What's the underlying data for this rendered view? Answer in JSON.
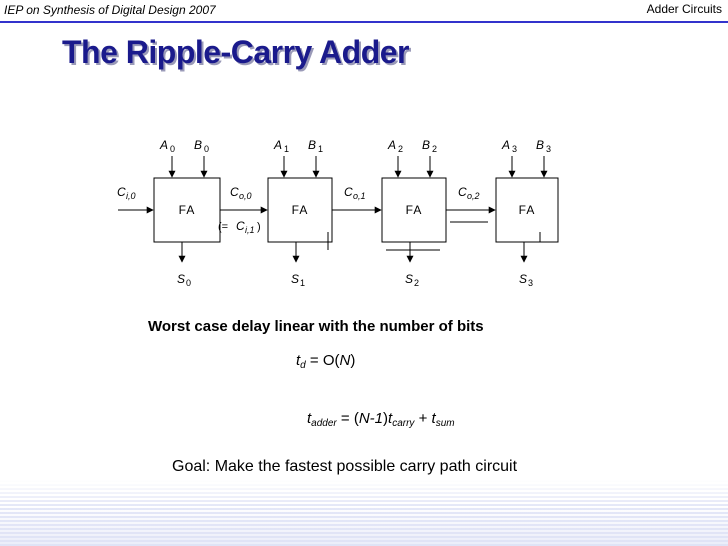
{
  "header": {
    "left": "IEP on Synthesis of Digital Design 2007",
    "right": "Adder Circuits"
  },
  "title": "The Ripple-Carry Adder",
  "diagram": {
    "block_label": "FA",
    "inputs_a": [
      "A",
      "A",
      "A",
      "A"
    ],
    "inputs_a_sub": [
      "0",
      "1",
      "2",
      "3"
    ],
    "inputs_b": [
      "B",
      "B",
      "B",
      "B"
    ],
    "inputs_b_sub": [
      "0",
      "1",
      "2",
      "3"
    ],
    "sums": [
      "S",
      "S",
      "S",
      "S"
    ],
    "sums_sub": [
      "0",
      "1",
      "2",
      "3"
    ],
    "carry_in": {
      "main": "C",
      "sub": "i,0"
    },
    "carry_outs": [
      {
        "main": "C",
        "sub": "o,0"
      },
      {
        "main": "C",
        "sub": "o,1"
      },
      {
        "main": "C",
        "sub": "o,2"
      }
    ],
    "equiv_note": {
      "prefix": "(= ",
      "main": "C",
      "sub": "i,1",
      "suffix": ")"
    }
  },
  "bullet": "Worst case delay linear with the number of bits",
  "eq1": {
    "t": "t",
    "t_sub": "d",
    "rest_a": " = O(",
    "n": "N",
    "rest_b": ")"
  },
  "eq2": {
    "t1": "t",
    "t1_sub": "adder",
    "mid": " = (",
    "nm1": "N-1",
    "close": ")",
    "t2": "t",
    "t2_sub": "carry",
    "plus": " + ",
    "t3": "t",
    "t3_sub": "sum"
  },
  "goal": "Goal: Make the fastest possible carry path circuit",
  "colors": {
    "title": "#1a1a8c",
    "rule": "#3333cc"
  }
}
